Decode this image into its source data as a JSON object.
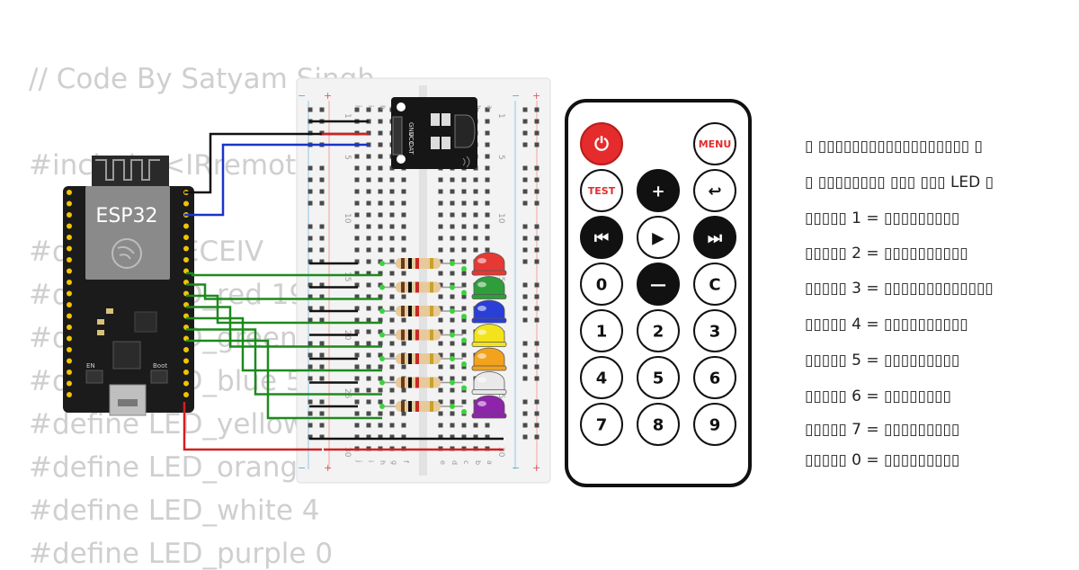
{
  "code_lines": [
    "// Code By Satyam Singh",
    "",
    "#include <IRremote",
    "",
    "#define _RECEIV",
    "#define LED_red 19",
    "#define LED_green 1",
    "#define LED_blue 5",
    "#define LED_yellow",
    "#define LED_orange",
    "#define LED_white 4",
    "#define LED_purple 0"
  ],
  "esp32": {
    "label": "ESP32",
    "en_label": "EN",
    "boot_label": "Boot"
  },
  "ir_sensor": {
    "pins": [
      "GND",
      "VCC",
      "DAT"
    ]
  },
  "breadboard": {
    "row_numbers": [
      "1",
      "5",
      "10",
      "15",
      "20",
      "25",
      "30"
    ],
    "column_letters": [
      "j",
      "i",
      "h",
      "g",
      "f",
      "e",
      "d",
      "c",
      "b",
      "a"
    ]
  },
  "leds": [
    {
      "color": "#e53935"
    },
    {
      "color": "#2e9e3a"
    },
    {
      "color": "#2a3fd6"
    },
    {
      "color": "#f2e31c"
    },
    {
      "color": "#f2a21c"
    },
    {
      "color": "#e9e9e9"
    },
    {
      "color": "#8e24aa"
    }
  ],
  "remote": {
    "buttons": [
      {
        "name": "power-button",
        "label": "⏻",
        "style": "red"
      },
      {
        "name": "menu-button",
        "label": "MENU",
        "style": "text-red"
      },
      {
        "name": "test-button",
        "label": "TEST",
        "style": "text-red"
      },
      {
        "name": "plus-button",
        "label": "+",
        "style": "dark"
      },
      {
        "name": "back-button",
        "label": "↩",
        "style": "light"
      },
      {
        "name": "prev-button",
        "label": "⏮",
        "style": "dark"
      },
      {
        "name": "play-button",
        "label": "▶",
        "style": "light"
      },
      {
        "name": "next-button",
        "label": "⏭",
        "style": "dark"
      },
      {
        "name": "zero-button",
        "label": "0",
        "style": "light"
      },
      {
        "name": "minus-button",
        "label": "—",
        "style": "dark"
      },
      {
        "name": "c-button",
        "label": "C",
        "style": "light"
      },
      {
        "name": "one-button",
        "label": "1",
        "style": "light"
      },
      {
        "name": "two-button",
        "label": "2",
        "style": "light"
      },
      {
        "name": "three-button",
        "label": "3",
        "style": "light"
      },
      {
        "name": "four-button",
        "label": "4",
        "style": "light"
      },
      {
        "name": "five-button",
        "label": "5",
        "style": "light"
      },
      {
        "name": "six-button",
        "label": "6",
        "style": "light"
      },
      {
        "name": "seven-button",
        "label": "7",
        "style": "light"
      },
      {
        "name": "eight-button",
        "label": "8",
        "style": "light"
      },
      {
        "name": "nine-button",
        "label": "9",
        "style": "light"
      }
    ]
  },
  "legend_lines": [
    "▯ ▯▯▯▯▯▯▯▯▯▯▯▯▯▯▯▯▯▯ ▯",
    "▯ ▯▯▯▯▯▯▯▯ ▯▯▯ ▯▯▯ LED ▯",
    "▯▯▯▯▯ 1 = ▯▯▯▯▯▯▯▯▯",
    "▯▯▯▯▯ 2 = ▯▯▯▯▯▯▯▯▯▯",
    "▯▯▯▯▯ 3 = ▯▯▯▯▯▯▯▯▯▯▯▯▯",
    "▯▯▯▯▯ 4 = ▯▯▯▯▯▯▯▯▯▯",
    "▯▯▯▯▯ 5 = ▯▯▯▯▯▯▯▯▯",
    "▯▯▯▯▯ 6 = ▯▯▯▯▯▯▯▯",
    "▯▯▯▯▯ 7 = ▯▯▯▯▯▯▯▯▯",
    "▯▯▯▯▯ 0 = ▯▯▯▯▯▯▯▯▯"
  ]
}
